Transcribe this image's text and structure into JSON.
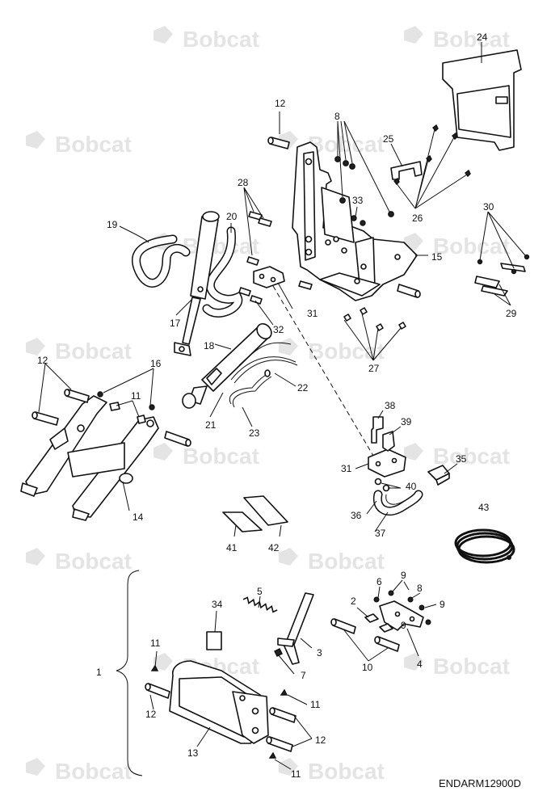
{
  "watermark": {
    "text": "Bobcat"
  },
  "drawing_code": "ENDARM12900D",
  "callouts": [
    "1",
    "2",
    "3",
    "4",
    "5",
    "6",
    "7",
    "8",
    "8",
    "9",
    "9",
    "9",
    "10",
    "11",
    "11",
    "11",
    "11",
    "12",
    "12",
    "12",
    "12",
    "13",
    "14",
    "15",
    "16",
    "17",
    "18",
    "19",
    "20",
    "21",
    "22",
    "23",
    "24",
    "25",
    "26",
    "27",
    "28",
    "29",
    "30",
    "31",
    "31",
    "32",
    "33",
    "34",
    "35",
    "36",
    "37",
    "38",
    "39",
    "40",
    "41",
    "42",
    "43"
  ]
}
